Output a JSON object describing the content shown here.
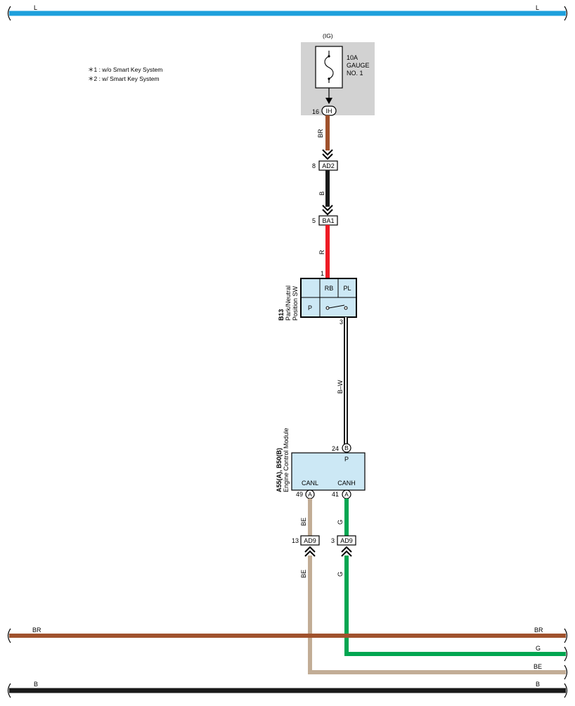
{
  "legend": {
    "items": [
      "＊1 : w/o Smart Key System",
      "＊2 : w/ Smart Key System"
    ]
  },
  "colors": {
    "L": "#1ea0dc",
    "BR": "#a0522d",
    "B": "#1a1a1a",
    "R": "#ee1c25",
    "BW": "#1a1a1a",
    "BE": "#c2ad96",
    "G": "#00a651",
    "component_fill": "#cce8f5",
    "fuse_fill": "#d2d2d2"
  },
  "buses": {
    "top": {
      "left": "L",
      "right": "L"
    },
    "br": {
      "left": "BR",
      "right": "BR"
    },
    "g": {
      "right": "G"
    },
    "be": {
      "right": "BE"
    },
    "b": {
      "left": "B",
      "right": "B"
    }
  },
  "fuse": {
    "source": "(IG)",
    "line1": "10A",
    "line2": "GAUGE",
    "line3": "NO. 1",
    "pin": "16",
    "connector": "IH"
  },
  "wires": {
    "w1": "BR",
    "w2": "B",
    "w3": "R",
    "w4": "B–W",
    "w5": "BE",
    "w6": "G",
    "w7": "BE",
    "w8": "G"
  },
  "connectors": {
    "ad2": {
      "pin": "8",
      "id": "AD2"
    },
    "ba1": {
      "pin": "5",
      "id": "BA1"
    },
    "ad9l": {
      "pin": "13",
      "id": "AD9"
    },
    "ad9r": {
      "pin": "3",
      "id": "AD9"
    }
  },
  "switch": {
    "code": "B13",
    "name1": "Park/Neutral",
    "name2": "Position SW",
    "pin_top": "1",
    "pin_bottom": "3",
    "rb": "RB",
    "pl": "PL",
    "p": "P"
  },
  "ecm": {
    "code": "A55(A), B50(B)",
    "name": "Engine Control Module",
    "pin_p": "24",
    "conn_p": "B",
    "term_p": "P",
    "term_canl": "CANL",
    "term_canh": "CANH",
    "pin_canl": "49",
    "conn_canl": "A",
    "pin_canh": "41",
    "conn_canh": "A"
  }
}
